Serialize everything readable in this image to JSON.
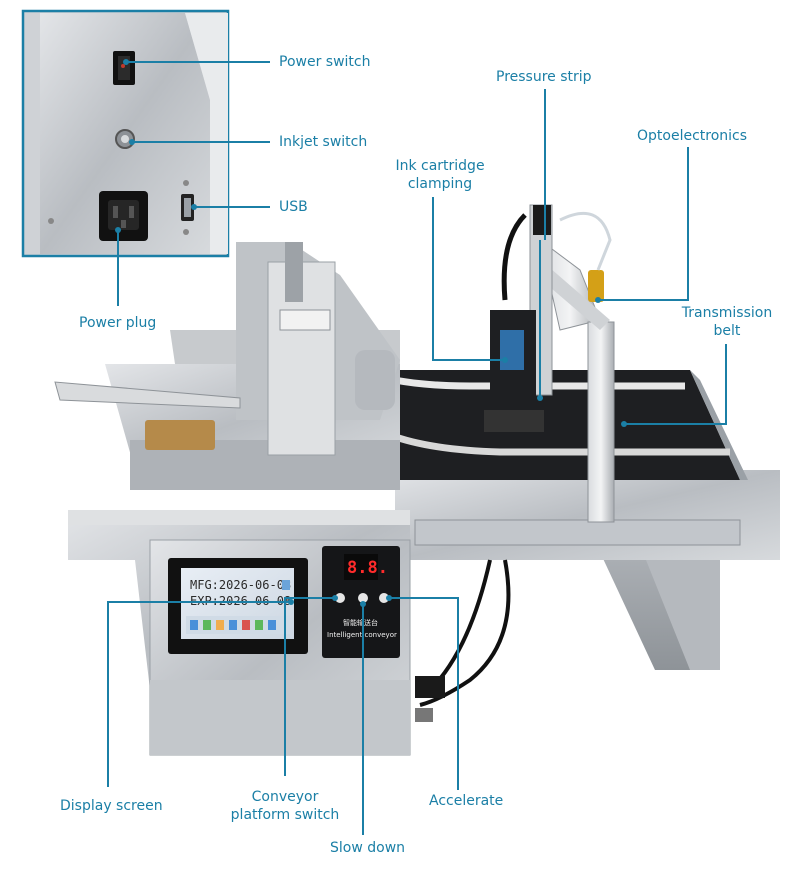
{
  "callouts": {
    "power_switch": "Power switch",
    "inkjet_switch": "Inkjet switch",
    "usb": "USB",
    "power_plug": "Power plug",
    "pressure_strip": "Pressure strip",
    "optoelectronics": "Optoelectronics",
    "ink_cartridge_line1": "Ink cartridge",
    "ink_cartridge_line2": "clamping",
    "transmission_line1": "Transmission",
    "transmission_line2": "belt",
    "display_screen": "Display screen",
    "conveyor_line1": "Conveyor",
    "conveyor_line2": "platform switch",
    "slow_down": "Slow down",
    "accelerate": "Accelerate"
  },
  "screen": {
    "line1": "MFG:2026-06-08",
    "line2": "EXP:2026-06-08"
  },
  "panel": {
    "digits": "8.8.",
    "label_cn": "智能输送台",
    "label_en": "Intelligent conveyor"
  },
  "colors": {
    "accent": "#1b7fa6",
    "steel": "#c9ccd0",
    "belt": "#1e1f22"
  }
}
